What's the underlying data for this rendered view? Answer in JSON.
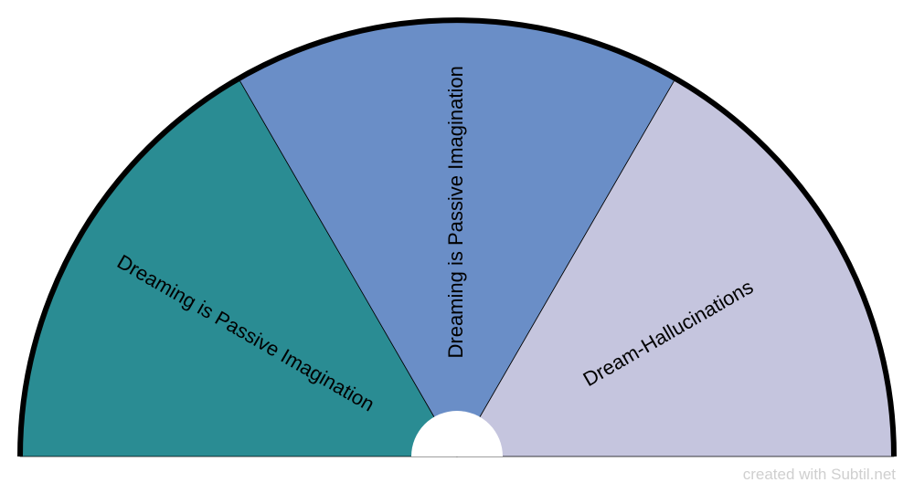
{
  "diagram": {
    "segments": [
      {
        "label": "Dreaming is Passive Imagination",
        "color": "#2a8c93"
      },
      {
        "label": "Dreaming is Passive Imagination",
        "color": "#6a8ec7"
      },
      {
        "label": "Dream-Hallucinations",
        "color": "#c5c5de"
      }
    ],
    "outline_color": "#000000",
    "hub_color": "#ffffff"
  },
  "footer": {
    "credit": "created with Subtil.net"
  }
}
